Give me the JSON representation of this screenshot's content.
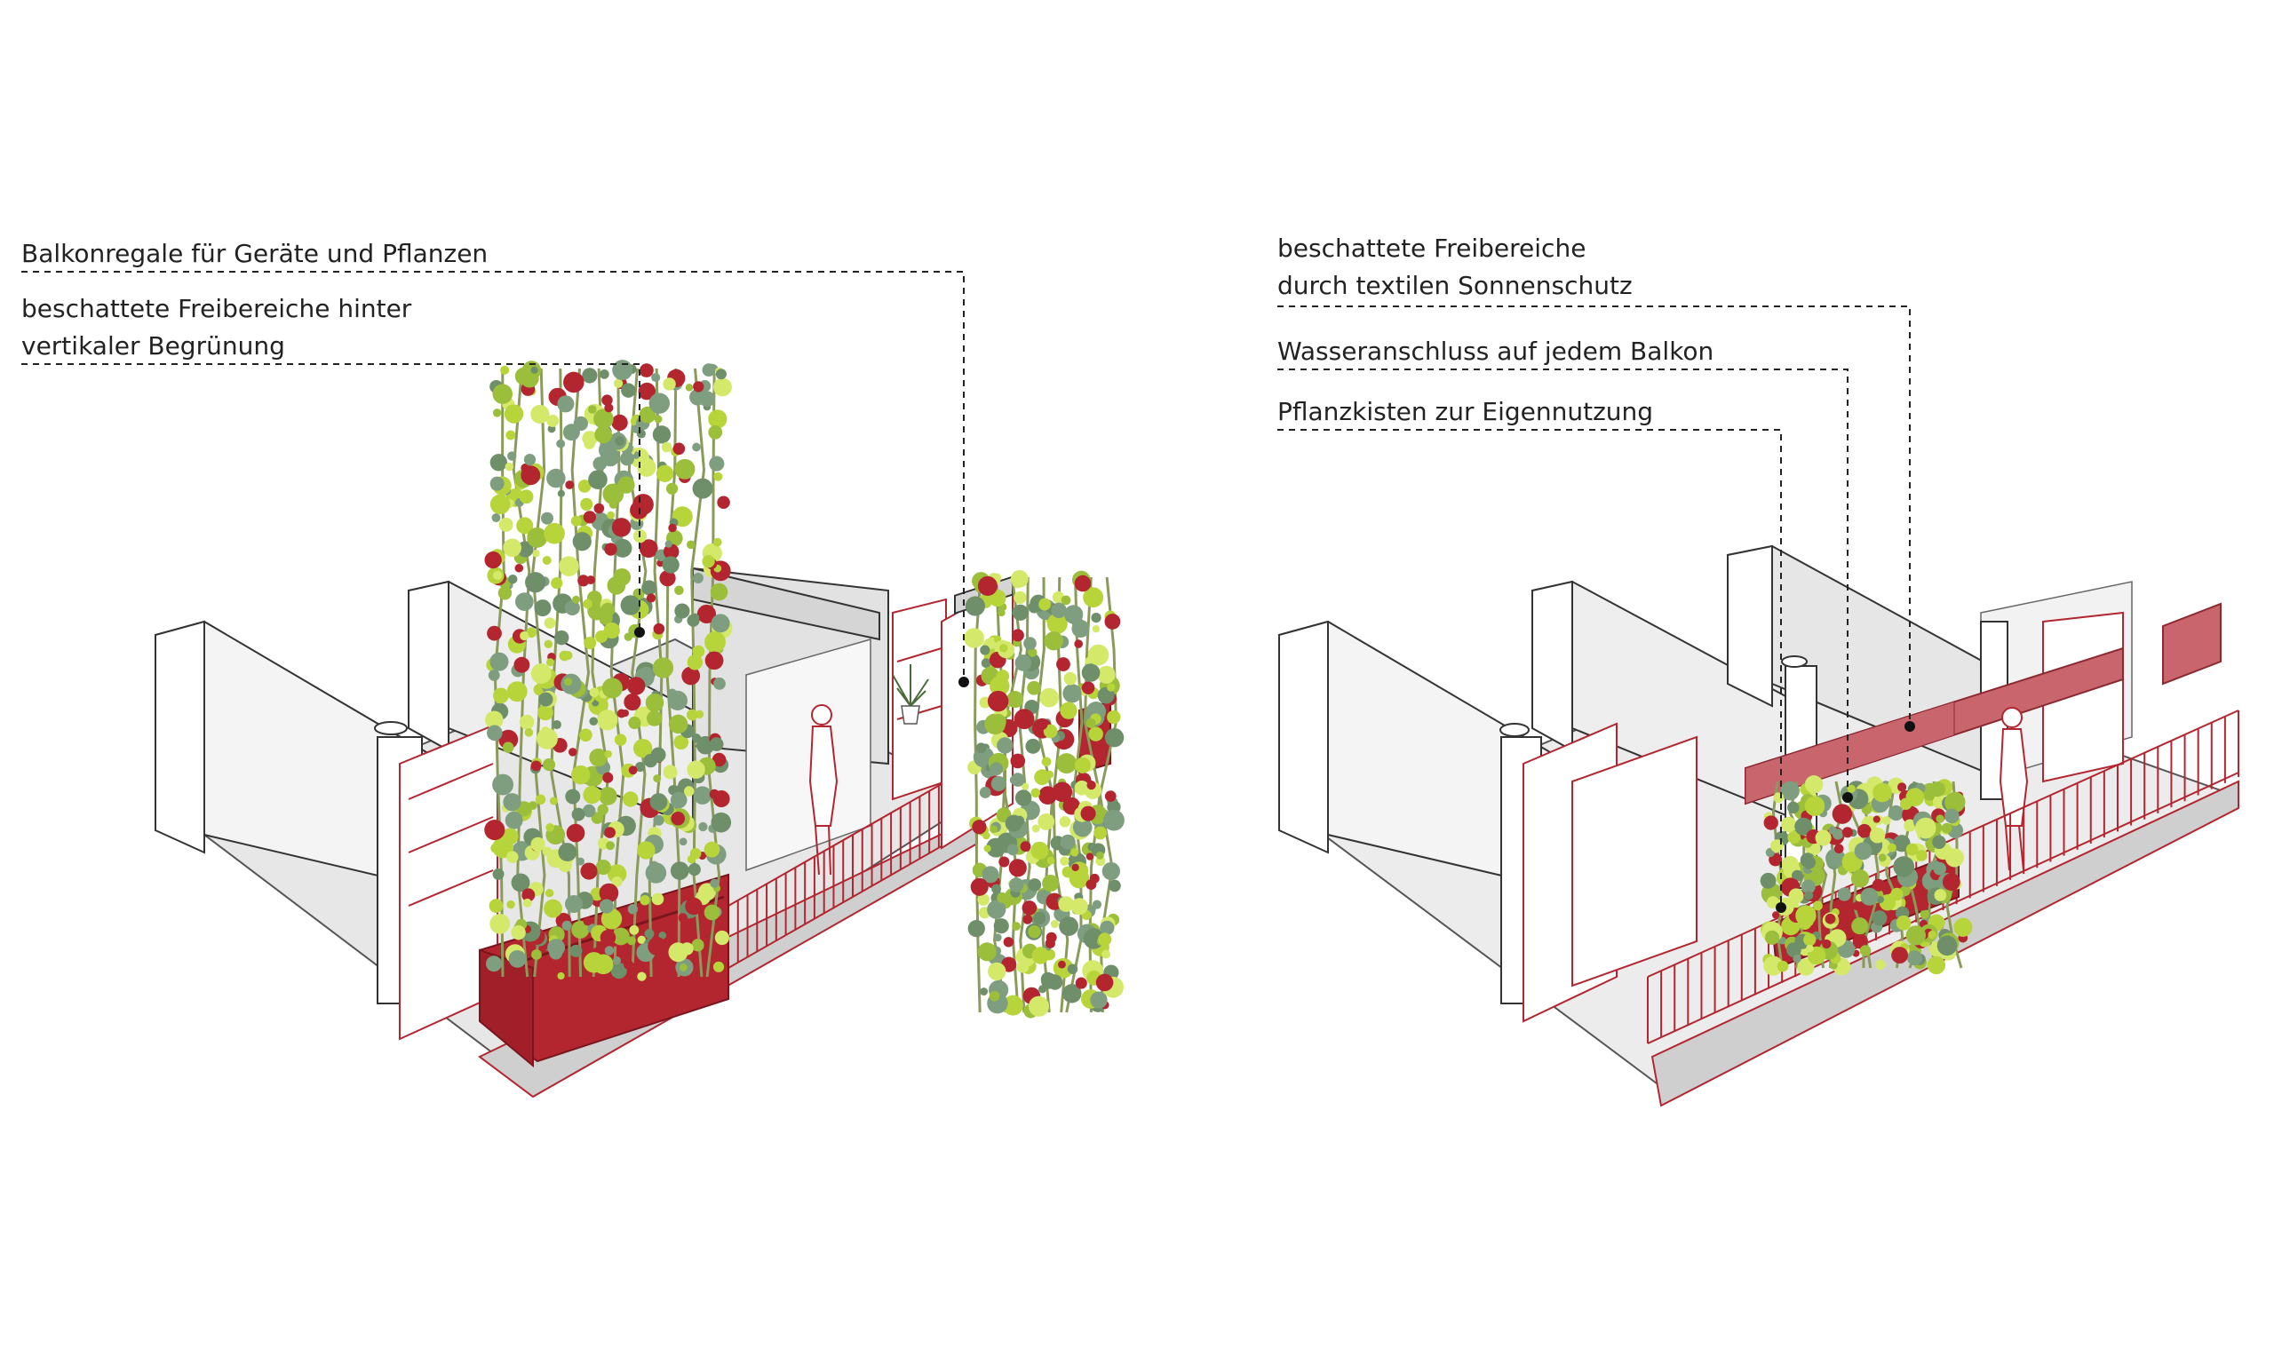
{
  "left": {
    "label_1": "Balkonregale für Geräte und Pflanzen",
    "label_2_line1": "beschattete Freibereiche hinter",
    "label_2_line2": "vertikaler Begrünung"
  },
  "right": {
    "label_1_line1": "beschattete Freibereiche",
    "label_1_line2": "durch  textilen Sonnenschutz",
    "label_2": "Wasseranschluss auf jedem Balkon",
    "label_3": "Pflanzkisten zur Eigennutzung"
  },
  "colors": {
    "accent_red": "#b32630",
    "textile_red": "#c9656c",
    "leaf_green": "#b7d43a",
    "leaf_sage": "#7f9e7f",
    "leaf_lime": "#d4e86a",
    "wall_grey": "#e3e3e3",
    "floor_grey": "#d0d0d0",
    "line_dark": "#222222"
  },
  "icons": [
    "dashed-leader-line",
    "leader-dot",
    "plant-cluster",
    "person-figure",
    "potted-plant"
  ]
}
